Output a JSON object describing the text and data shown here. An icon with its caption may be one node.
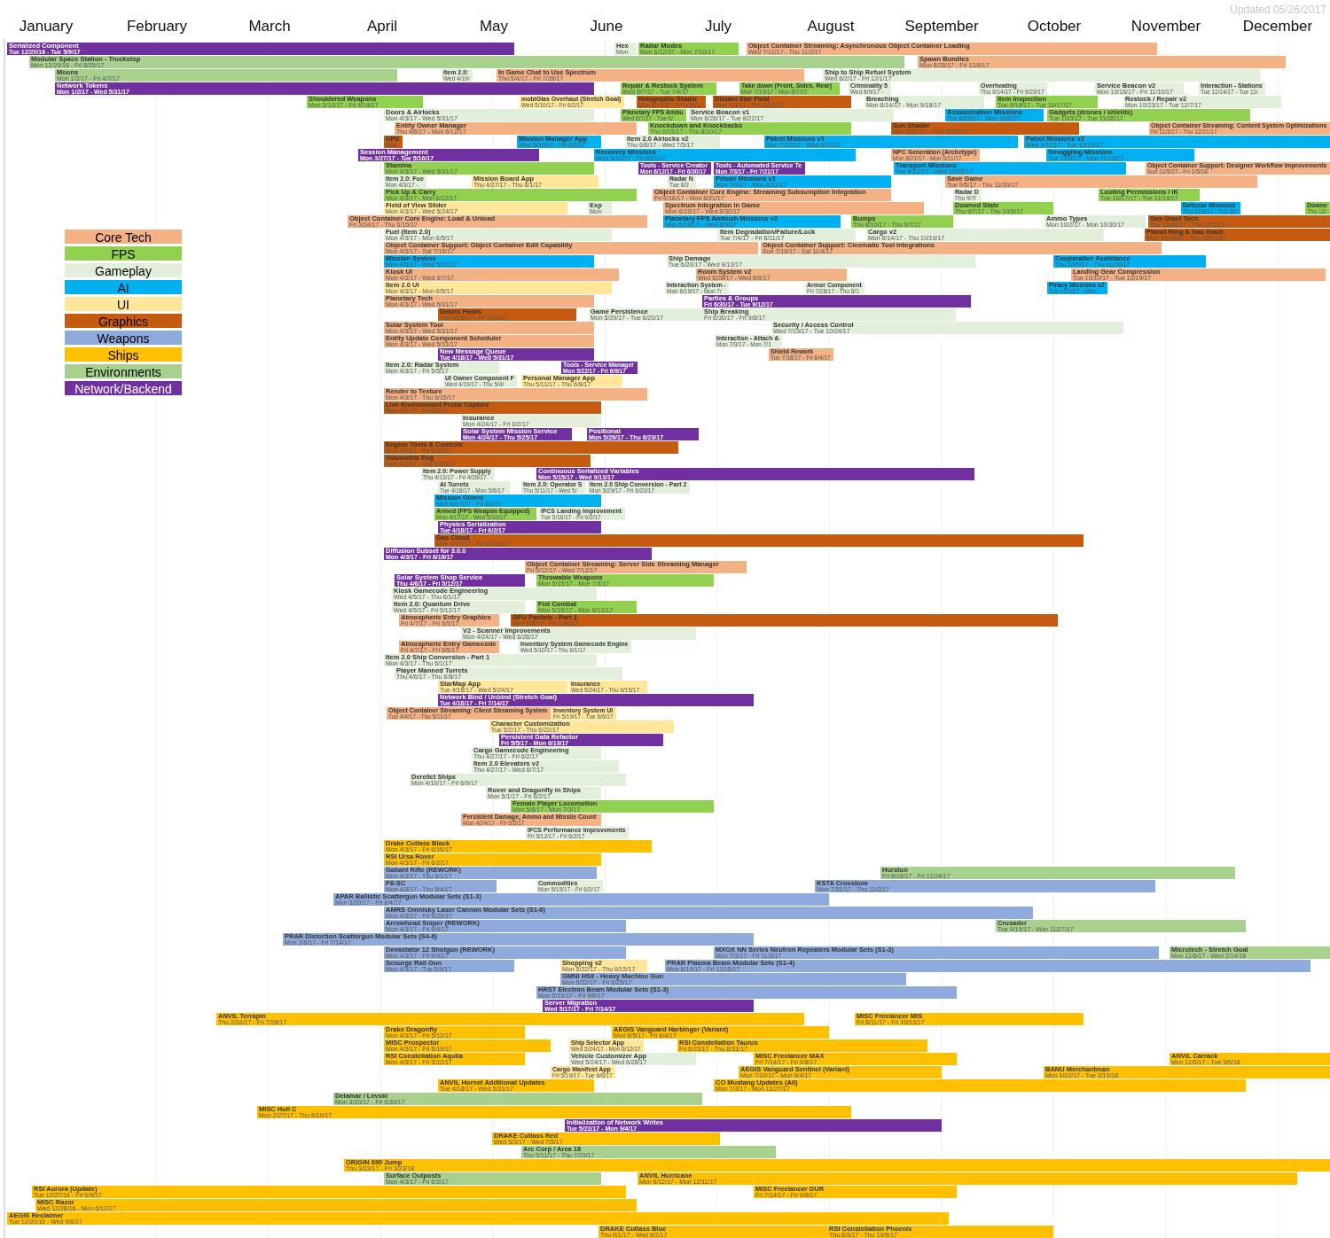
{
  "diagram": {
    "nodes": [
      {
        "text": [
          "Serialized Component",
          "Tue 12/20/16 - Tue 5/9/17"
        ]
      },
      {
        "text": [
          "mobiGlas Overhaul (Stretch Goal)",
          "Wed 5/10/17 - Fri 6/2/17"
        ]
      },
      {
        "text": [
          "Hex",
          "Mon"
        ]
      },
      {
        "text": [
          "Radar Modes",
          "Mon 6/12/17 - Mon 7/10/17"
        ]
      },
      {
        "text": [
          "Object Container Streaming: Asynchronous Object Container Loading",
          "Wed 7/12/17 - Thu 11/2/17"
        ]
      },
      {
        "text": [
          "Object Container Streaming: Content System Optimizations",
          "Fri 11/3/17 - Thu 12/21/17"
        ]
      },
      {
        "text": [
          "Modular Space Station - Truckstop",
          "Mon 12/26/16 - Fri 8/25/17"
        ]
      },
      {
        "text": [
          "Spawn Bundles",
          "Mon 8/28/17 - Fri 12/8/17"
        ]
      },
      {
        "text": [
          "Moons",
          "Mon 1/2/17 - Fri 4/7/17"
        ]
      },
      {
        "text": [
          "Item 2.0:",
          "Wed 4/19/"
        ]
      },
      {
        "text": [
          "In Game Chat to Use Spectrum",
          "Thu 5/4/17 - Fri 7/28/17"
        ]
      },
      {
        "text": [
          "Ship to Ship Refuel System",
          "Wed 8/2/17 - Fri 12/1/17"
        ]
      },
      {
        "text": [
          "Network Tokens",
          "Mon 1/2/17 - Wed 5/31/17"
        ]
      },
      {
        "text": [
          "Repair & Restock System",
          "Wed 6/7/17 - Tue 7/4/17"
        ]
      },
      {
        "text": [
          "Take down (Front, Sides, Rear)",
          "Mon 7/10/17 - Mon 8/7/17"
        ]
      },
      {
        "text": [
          "Criminality 5",
          "Wed 8/9/17 -"
        ]
      },
      {
        "text": [
          "NPC Generation (Archetype)",
          "Mon 8/21/17 - Mon 9/11/17"
        ]
      },
      {
        "text": [
          "Overheating",
          "Thu 9/14/17 - Fri 9/29/17"
        ]
      },
      {
        "text": [
          "Service Beacon v2",
          "Mon 10/16/17 - Fri 11/10/17"
        ]
      },
      {
        "text": [
          "Interaction - Stations",
          "Tue 11/14/17 - Tue 11/"
        ]
      },
      {
        "text": [
          "Shouldered Weapons",
          "Mon 3/13/17 - Fri 4/14/17"
        ]
      },
      {
        "text": [
          "Tools - Service Manager",
          "Mon 5/22/17 - Fri 6/9/17"
        ]
      },
      {
        "text": [
          "Holographic Shader",
          "Mon 6/12/17 - Fri 6/30/17"
        ]
      },
      {
        "text": [
          "Distant Star Field",
          "Mon 7/3/17 - Thu 8/10/17"
        ]
      },
      {
        "text": [
          "Breaching",
          "Mon 8/14/17 - Mon 9/18/17"
        ]
      },
      {
        "text": [
          "Item Inspection",
          "Tue 9/19/17 - Tue 10/17/17"
        ]
      },
      {
        "text": [
          "Restock / Repair v2",
          "Mon 10/23/17 - Tue 12/7/17"
        ]
      },
      {
        "text": [
          "Doors & Airlocks",
          "Mon 4/3/17 - Wed 5/31/17"
        ]
      },
      {
        "text": [
          "Planetary FPS Ambu",
          "Wed 6/7/17 - Tue 6/"
        ]
      },
      {
        "text": [
          "Service Beacon v1",
          "Mon 6/26/17 - Tue 8/22/17"
        ]
      },
      {
        "text": [
          "Assassination Missions",
          "Tue 8/29/17 - Mon 10/2/17"
        ]
      },
      {
        "text": [
          "Gadgets (drones / shields)",
          "Tue 10/3/17 - Tue 11/28/17"
        ]
      },
      {
        "text": [
          "Entity Owner Manager",
          "Thu 4/6/17 - Mon 6/12/17"
        ]
      },
      {
        "text": [
          "Knockdown and Knockbacks",
          "Thu 6/15/17 - Thu 8/10/17"
        ]
      },
      {
        "text": [
          "Sun Shader",
          "Mon 8/21/17 - Thu 10/12/17"
        ]
      },
      {
        "text": [
          "Object Container Support: Designer Workflow Improvements",
          "Sun 11/5/17 - Fri 1/5/18"
        ]
      },
      {
        "text": [
          "GPU",
          "Mon"
        ]
      },
      {
        "text": [
          "Mission Manager App",
          "Wed 5/10/17 - Fri 6/2/17"
        ]
      },
      {
        "text": [
          "Item 2.0 Airlocks v2",
          "Thu 6/8/17 - Wed 7/5/17"
        ]
      },
      {
        "text": [
          "Patrol Missions v1",
          "Mon 7/17/17 - Wed 9/27/17"
        ]
      },
      {
        "text": [
          "Patrol Missions v2",
          "Wed 9/27/17 - Tue 12/12/17"
        ]
      },
      {
        "text": [
          "Session Management",
          "Mon 3/27/17 - Tue 5/16/17"
        ]
      },
      {
        "text": [
          "Recovery Missions",
          "Wed 5/31/17 - Fri 8/11/17"
        ]
      },
      {
        "text": [
          "Radar D",
          "Thu 9/7/"
        ]
      },
      {
        "text": [
          "Smuggling Missions",
          "Tue 10/3/17 - Mon 11/13/17"
        ]
      },
      {
        "text": [
          "Stamina",
          "Mon 4/3/17 - Wed 5/31/17"
        ]
      },
      {
        "text": [
          "Tools - Service Creator",
          "Mon 6/12/17 - Fri 6/30/17"
        ]
      },
      {
        "text": [
          "Tools - Automated Service Te",
          "Mon 7/3/17 - Fri 7/21/17"
        ]
      },
      {
        "text": [
          "Armor Component",
          "Fri 7/28/17 - Thu 8/1"
        ]
      },
      {
        "text": [
          "Transport Missions",
          "Tue 8/22/17 - Wed 10/25/17"
        ]
      },
      {
        "text": [
          "Defense Missions",
          "Thu 11/9/17 - Thu 11/"
        ]
      },
      {
        "text": [
          "Item 2.0: Fue",
          "Mon 4/3/17 -"
        ]
      },
      {
        "text": [
          "Mission Board App",
          "Thu 4/27/17 - Thu 6/1/17"
        ]
      },
      {
        "text": [
          "Radar N",
          "Tue 6/2"
        ]
      },
      {
        "text": [
          "Prison Missions v1",
          "Mon 7/3/17 - Mon 8/21/17"
        ]
      },
      {
        "text": [
          "Save Game",
          "Tue 9/5/17 - Thu 11/30/17"
        ]
      },
      {
        "text": [
          "Pick Up & Carry",
          "Mon 4/3/17 - Mon 6/12/17"
        ]
      },
      {
        "text": [
          "Object Container Core Engine: Streaming Subsumption Integration",
          "Fri 6/16/17 - Mon 8/21/17"
        ]
      },
      {
        "text": [
          "Piracy Missions v2",
          "Tue 10/3/17 - Mon"
        ]
      },
      {
        "text": [
          "Looting Permissions / IK",
          "Tue 10/17/17 - Tue 11/14/17"
        ]
      },
      {
        "text": [
          "Field of View Slider",
          "Mon 4/3/17 - Wed 5/24/17"
        ]
      },
      {
        "text": [
          "Exp",
          "Mon"
        ]
      },
      {
        "text": [
          "Spectrum Integration in Game",
          "Mon 6/19/17 - Wed 8/30/17"
        ]
      },
      {
        "text": [
          "Downed State",
          "Thu 9/7/17 - Thu 10/5/17"
        ]
      },
      {
        "text": [
          "Downe",
          "Thu 12/"
        ]
      },
      {
        "text": [
          "Object Container Core Engine: Load & Unload",
          "Fri 3/24/17 - Thu 6/15/17"
        ]
      },
      {
        "text": [
          "Planetary FPS Ambush Missions v2",
          "Mon 6/19/17 - Wed 8/9/17"
        ]
      },
      {
        "text": [
          "Bumps",
          "Thu 8/10/17 - Thu 9/7/17"
        ]
      },
      {
        "text": [
          "Ammo Types",
          "Mon 10/2/17 - Mon 10/30/17"
        ]
      },
      {
        "text": [
          "Gas Giant Tech",
          "Tue 10/31/17 - Thu 12/21/17"
        ]
      },
      {
        "text": [
          "Fuel (Item 2.0)",
          "Mon 4/3/17 - Mon 6/5/17"
        ]
      },
      {
        "text": [
          "Interaction System -",
          "Mon 6/19/17 - Mon 7/"
        ]
      },
      {
        "text": [
          "Item Degradation/Failure/Lock",
          "Tue 7/4/17 - Fri 8/11/17"
        ]
      },
      {
        "text": [
          "Cargo v2",
          "Mon 8/14/17 - Thu 10/19/17"
        ]
      },
      {
        "text": [
          "Planet Ring & Gas Giant",
          "Mon 10/30/17 - Thu 12/21/17"
        ]
      },
      {
        "text": [
          "Object Container Support: Object Container Edit Capability",
          "Mon 4/3/17 - Sat 7/15/17"
        ]
      },
      {
        "text": [
          "Object Container Support: Cinematic Tool Integrations",
          "Sun 7/16/17 - Sat 11/4/17"
        ]
      },
      {
        "text": [
          "Mission System",
          "Mon 4/3/17 - Wed 5/31/17"
        ]
      },
      {
        "text": [
          "Ship Damage",
          "Tue 6/20/17 - Wed 9/13/17"
        ]
      },
      {
        "text": [
          "Cooperative Assistance",
          "Thu 10/5/17 - Thu 11/16/17"
        ]
      },
      {
        "text": [
          "Kiosk UI",
          "Mon 4/3/17 - Wed 6/7/17"
        ]
      },
      {
        "text": [
          "Room System v2",
          "Wed 6/28/17 - Wed 8/9/17"
        ]
      },
      {
        "text": [
          "Landing Gear Compression",
          "Tue 10/10/17 - Tue 12/19/17"
        ]
      },
      {
        "text": [
          "Item 2.0 UI",
          "Mon 4/3/17 - Mon 6/5/17"
        ]
      },
      {
        "text": [
          "Interaction - Attach &",
          "Mon 7/3/17 - Mon 7/1"
        ]
      },
      {
        "text": [
          "Shield Rework",
          "Tue 7/18/17 - Fri 8/4/17"
        ]
      },
      {
        "text": [
          "Planetary Tech",
          "Mon 4/3/17 - Wed 5/31/17"
        ]
      },
      {
        "text": [
          "Parties & Groups",
          "Fri 6/30/17 - Tue 9/12/17"
        ]
      },
      {
        "text": [
          "Debris Fields",
          "Tue 4/18/17 - Fri 5/26/17"
        ]
      },
      {
        "text": [
          "Game Persistence",
          "Mon 5/29/17 - Tue 6/20/17"
        ]
      },
      {
        "text": [
          "Ship Breaking",
          "Fri 6/30/17 - Fri 9/8/17"
        ]
      },
      {
        "text": [
          "Solar System Tool",
          "Mon 4/3/17 - Wed 5/31/17"
        ]
      },
      {
        "text": [
          "Security / Access Control",
          "Wed 7/19/17 - Tue 10/24/17"
        ]
      },
      {
        "text": [
          "Entity Update Component Scheduler",
          "Mon 4/3/17 - Wed 5/31/17"
        ]
      },
      {
        "text": [
          "New Message Queue",
          "Tue 4/18/17 - Wed 5/31/17"
        ]
      },
      {
        "text": [
          "Item 2.0: Radar System",
          "Mon 4/3/17 - Fri 5/5/17"
        ]
      },
      {
        "text": [
          "Item 2.0: Operator S",
          "Thu 5/11/17 - Wed 5/"
        ]
      },
      {
        "text": [
          "Item 2.0 Ship Conversion - Part 2",
          "Mon 5/29/17 - Fri 6/23/17"
        ]
      },
      {
        "text": [
          "UI Owner Component F",
          "Wed 4/19/17 - Thu 5/4/"
        ]
      },
      {
        "text": [
          "Personal Manager App",
          "Thu 5/11/17 - Thu 6/8/17"
        ]
      },
      {
        "text": [
          "Render to Texture",
          "Mon 4/3/17 - Thu 6/15/17"
        ]
      },
      {
        "text": [
          "Live Environment Probe Capture",
          "Mon 4/3/17 - Fri 6/2/17"
        ]
      },
      {
        "text": [
          "Insurance",
          "Mon 4/24/17 - Fri 6/2/17"
        ]
      },
      {
        "text": [
          "Solar System Mission Service",
          "Mon 4/24/17 - Thu 5/25/17"
        ]
      },
      {
        "text": [
          "Positional",
          "Mon 5/29/17 - Thu 6/29/17"
        ]
      },
      {
        "text": [
          "Engine Tools & Controls",
          "Mon 4/3/17 - Fri 6/23/17"
        ]
      },
      {
        "text": [
          "Volumetric Fog",
          "Mon 4/3/17 - Tue 5/30/17"
        ]
      },
      {
        "text": [
          "Item 2.0: Power Supply",
          "Thu 4/13/17 - Fri 4/28/17"
        ]
      },
      {
        "text": [
          "Continuous Serialized Variables",
          "Mon 5/15/17 - Wed 9/13/17"
        ]
      },
      {
        "text": [
          "Armed (FPS Weapon Equipped)",
          "Mon 4/17/17 - Wed 5/10/17"
        ]
      },
      {
        "text": [
          "IFCS Landing Improvement",
          "Tue 5/16/17 - Fri 6/2/17"
        ]
      },
      {
        "text": [
          "Mission Givers",
          "Mon 4/17/17 - Fri 6/2/17"
        ]
      },
      {
        "text": [
          "AI Turrets",
          "Tue 4/18/17 - Mon 5/8/17"
        ]
      },
      {
        "text": [
          "Inventory System Gamecode Engine",
          "Wed 5/10/17 - Thu 6/1/17"
        ]
      },
      {
        "text": [
          "Physics Serialization",
          "Tue 4/18/17 - Fri 6/2/17"
        ]
      },
      {
        "text": [
          "Gas Cloud",
          "Mon 4/17/17 - Fri 10/13/17"
        ]
      },
      {
        "text": [
          "Diffusion Subset for 3.0.0",
          "Mon 4/3/17 - Fri 6/16/17"
        ]
      },
      {
        "text": [
          "Object Container Streaming: Client Streaming System",
          "Tue 4/4/17 - Thu 5/11/17"
        ]
      },
      {
        "text": [
          "Object Container Streaming: Server Side Streaming Manager",
          "Fri 5/12/17 - Wed 7/12/17"
        ]
      },
      {
        "text": [
          "Solar System Shop Service",
          "Thu 4/6/17 - Fri 5/12/17"
        ]
      },
      {
        "text": [
          "Throwable Weapons",
          "Mon 5/15/17 - Mon 7/3/17"
        ]
      },
      {
        "text": [
          "Kiosk Gamecode Engineering",
          "Wed 4/5/17 - Thu 6/1/17"
        ]
      },
      {
        "text": [
          "Item 2.0: Quantum Drive",
          "Wed 4/5/17 - Fri 5/12/17"
        ]
      },
      {
        "text": [
          "Fist Combat",
          "Mon 5/15/17 - Mon 6/12/17"
        ]
      },
      {
        "text": [
          "Atmospheric Entry Graphics",
          "Fri 4/7/17 - Fri 5/5/17"
        ]
      },
      {
        "text": [
          "GPU Particle - Part 2",
          "Mon 5/8/17 - Fri 10/6/17"
        ]
      },
      {
        "text": [
          "V2 - Scanner Improvements",
          "Mon 4/24/17 - Wed 6/28/17"
        ]
      },
      {
        "text": [
          "Atmospheric Entry Gamecode",
          "Fri 4/7/17 - Fri 5/5/17"
        ]
      },
      {
        "text": [
          "Inventory System UI",
          "Fri 5/19/17 - Tue 6/6/17"
        ]
      },
      {
        "text": [
          "Item 2.0 Ship Conversion - Part 1",
          "Mon 4/3/17 - Thu 6/1/17"
        ]
      },
      {
        "text": [
          "Player Manned Turrets",
          "Thu 4/6/17 - Thu 6/8/17"
        ]
      },
      {
        "text": [
          "StarMap App",
          "Tue 4/18/17 - Wed 5/24/17"
        ]
      },
      {
        "text": [
          "Network Bind / Unbind (Stretch Goal)",
          "Tue 4/18/17 - Fri 7/14/17"
        ]
      },
      {
        "text": [
          "Persistent Damage, Ammo and Missile Count",
          "Mon 4/24/17 - Fri 6/2/17"
        ]
      },
      {
        "text": [
          "Character Customization",
          "Tue 5/2/17 - Thu 6/22/17"
        ]
      },
      {
        "text": [
          "Persistent Data Refactor",
          "Fri 5/5/17 - Mon 6/19/17"
        ]
      },
      {
        "text": [
          "Cargo Gamecode Engineering",
          "Thu 4/27/17 - Fri 6/2/17"
        ]
      },
      {
        "text": [
          "Item 2.0 Elevators v2",
          "Thu 4/27/17 - Wed 6/7/17"
        ]
      },
      {
        "text": [
          "Derelict Ships",
          "Mon 4/10/17 - Fri 6/9/17"
        ]
      },
      {
        "text": [
          "Rover and Dragonfly in Ships",
          "Mon 5/1/17 - Fri 6/2/17"
        ]
      },
      {
        "text": [
          "Female Player Locomotion",
          "Mon 5/8/17 - Mon 7/3/17"
        ]
      },
      {
        "text": [
          "IFCS Performance Improvements",
          "Fri 5/12/17 - Fri 6/2/17"
        ]
      },
      {
        "text": [
          "Commodities",
          "Mon 5/15/17 - Fri 6/2/17"
        ]
      },
      {
        "text": [
          "Drake Cutlass Black",
          "Mon 4/3/17 - Fri 6/16/17"
        ]
      },
      {
        "text": [
          "RSI Ursa Rover",
          "Mon 4/3/17 - Fri 6/2/17"
        ]
      },
      {
        "text": [
          "Gallant Rifle (REWORK)",
          "Mon 4/3/17 - Thu 6/1/17"
        ]
      },
      {
        "text": [
          "Hurston",
          "Fri 8/18/17 - Fri 11/24/17"
        ]
      },
      {
        "text": [
          "P8-SC",
          "Mon 4/3/17 - Thu 5/4/17"
        ]
      },
      {
        "text": [
          "Cargo Manifest App",
          "Fri 5/19/17 - Tue 6/6/17"
        ]
      },
      {
        "text": [
          "KSTA Crossbow",
          "Mon 7/31/17 - Thu 11/2/17"
        ]
      },
      {
        "text": [
          "APAR Ballistic Scattergun Modular Sets (S1-3)",
          "Mon 3/20/17 - Fri 8/4/17"
        ]
      },
      {
        "text": [
          "AMRS Omnisky Laser Cannon Modular Sets (S1-6)",
          "Mon 4/3/17 - Fri 9/29/17"
        ]
      },
      {
        "text": [
          "Arrowhead Sniper (REWORK)",
          "Mon 4/3/17 - Fri 6/9/17"
        ]
      },
      {
        "text": [
          "Crusader",
          "Tue 9/19/17 - Mon 11/27/17"
        ]
      },
      {
        "text": [
          "PRAR Distortion Scattergun Modular Sets (S4-6)",
          "Mon 3/6/17 - Fri 7/14/17"
        ]
      },
      {
        "text": [
          "Devastator 12 Shotgun (REWORK)",
          "Mon 4/3/17 - Fri 6/9/17"
        ]
      },
      {
        "text": [
          "MXOX NN Series Neutron Repeaters Modular Sets (S1-3)",
          "Mon 7/3/17 - Fri 11/3/17"
        ]
      },
      {
        "text": [
          "Microtech - Stretch Goal",
          "Mon 11/6/17 - Wed 2/14/18"
        ]
      },
      {
        "text": [
          "Scourge Rail Gun",
          "Mon 4/3/17 - Tue 5/9/17"
        ]
      },
      {
        "text": [
          "Shopping v2",
          "Mon 5/22/17 - Thu 6/15/17"
        ]
      },
      {
        "text": [
          "PRAR Plasma Beam Modular Sets (S1-4)",
          "Mon 6/19/17 - Fri 12/15/17"
        ]
      },
      {
        "text": [
          "GMNI HS9 - Heavy Machine Gun",
          "Mon 5/22/17 - Fri 8/25/17"
        ]
      },
      {
        "text": [
          "HRST Electron Beam Modular Sets (S1-3)",
          "Mon 5/15/17 - Fri 9/8/17"
        ]
      },
      {
        "text": [
          "Server Migration",
          "Wed 5/17/17 - Fri 7/14/17"
        ]
      },
      {
        "text": [
          "ANVIL Terrapin",
          "Thu 2/16/17 - Fri 7/28/17"
        ]
      },
      {
        "text": [
          "MISC Freelancer MIS",
          "Fri 8/11/17 - Fri 10/13/17"
        ]
      },
      {
        "text": [
          "Drake Dragonfly",
          "Mon 4/3/17 - Fri 5/12/17"
        ]
      },
      {
        "text": [
          "AEGIS Vanguard Harbinger (Variant)",
          "Mon 6/5/17 - Fri 8/4/17"
        ]
      },
      {
        "text": [
          "MISC Prospector",
          "Mon 4/3/17 - Fri 5/19/17"
        ]
      },
      {
        "text": [
          "Ship Selector App",
          "Wed 5/24/17 - Mon 6/12/17"
        ]
      },
      {
        "text": [
          "RSI Constellation Taurus",
          "Fri 6/23/17 - Thu 8/31/17"
        ]
      },
      {
        "text": [
          "RSI Constellation Aquila",
          "Mon 4/3/17 - Fri 5/12/17"
        ]
      },
      {
        "text": [
          "Vehicle Customizer App",
          "Wed 5/24/17 - Wed 6/28/17"
        ]
      },
      {
        "text": [
          "MISC Freelancer MAX",
          "Fri 7/14/17 - Fri 9/8/17"
        ]
      },
      {
        "text": [
          "ANVIL Carrack",
          "Mon 11/6/17 - Tue 3/6/18"
        ]
      },
      {
        "text": [
          "Insurance",
          "Wed 5/24/17 - Thu 6/15/17"
        ]
      },
      {
        "text": [
          "AEGIS Vanguard Sentinel (Variant)",
          "Mon 7/10/17 - Mon 9/4/17"
        ]
      },
      {
        "text": [
          "BANU Merchantman",
          "Mon 10/2/17 - Tue 3/13/18"
        ]
      },
      {
        "text": [
          "ANVIL Hornet Additional Updates",
          "Tue 4/18/17 - Wed 5/31/17"
        ]
      },
      {
        "text": [
          "CO Mustang Updates (All)",
          "Mon 7/3/17 - Mon 11/27/17"
        ]
      },
      {
        "text": [
          "Delamar / Levski",
          "Mon 3/20/17 - Fri 6/30/17"
        ]
      },
      {
        "text": [
          "MISC Hull C",
          "Mon 2/27/17 - Thu 8/10/17"
        ]
      },
      {
        "text": [
          "Initialization of Network Writes",
          "Tue 5/23/17 - Mon 9/4/17"
        ]
      },
      {
        "text": [
          "DRAKE Cutlass Red",
          "Wed 5/3/17 - Wed 7/5/17"
        ]
      },
      {
        "text": [
          "Arc Corp / Area 18",
          "Thu 5/11/17 - Thu 7/20/17"
        ]
      },
      {
        "text": [
          "ORIGIN 890 Jump",
          "Thu 3/23/17 - Fri 3/23/18"
        ]
      },
      {
        "text": [
          "Surface Outposts",
          "Mon 4/3/17 - Fri 6/2/17"
        ]
      },
      {
        "text": [
          "ANVIL Hurricane",
          "Mon 6/12/17 - Mon 12/11/17"
        ]
      },
      {
        "text": [
          "RSI Aurora (Update)",
          "Tue 12/27/16 - Fri 6/9/17"
        ]
      },
      {
        "text": [
          "MISC Freelancer DUR",
          "Fri 7/14/17 - Fri 9/8/17"
        ]
      },
      {
        "text": [
          "MISC Razor",
          "Wed 12/28/16 - Mon 6/12/17"
        ]
      },
      {
        "text": [
          "AEGIS Reclaimer",
          "Tue 12/20/16 - Wed 9/6/17"
        ]
      },
      {
        "text": [
          "DRAKE Cutlass Blue",
          "Thu 6/1/17 - Wed 8/2/17"
        ]
      },
      {
        "text": [
          "RSI Constellation Phoenix",
          "Thu 8/3/17 - Thu 10/5/17"
        ]
      }
    ],
    "labels": [
      "Updated 05/26/2017",
      "January",
      "February",
      "March",
      "April",
      "May",
      "June",
      "July",
      "August",
      "September",
      "October",
      "November",
      "December"
    ],
    "legend": [
      {
        "text": "Core Tech",
        "color": "#f4b183"
      },
      {
        "text": "FPS",
        "color": "#92d050"
      },
      {
        "text": "Gameplay",
        "color": "#e2efda"
      },
      {
        "text": "AI",
        "color": "#00b0f0"
      },
      {
        "text": "UI",
        "color": "#ffe699"
      },
      {
        "text": "Graphics",
        "color": "#c55a11"
      },
      {
        "text": "Weapons",
        "color": "#8faadc"
      },
      {
        "text": "Ships",
        "color": "#ffc000"
      },
      {
        "text": "Environments",
        "color": "#a9d18e"
      },
      {
        "text": "Network/Backend",
        "color": "#7030a0"
      }
    ]
  }
}
